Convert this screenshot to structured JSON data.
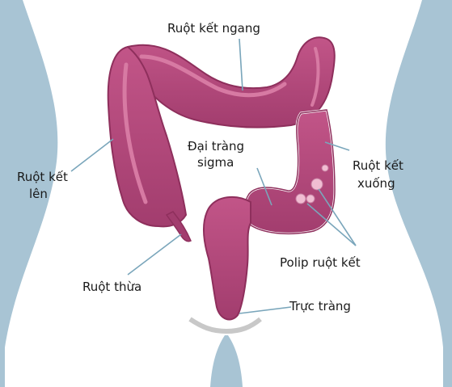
{
  "diagram": {
    "labels": {
      "transverse_colon": "Ruột kết ngang",
      "ascending_colon_1": "Ruột kết",
      "ascending_colon_2": "lên",
      "sigmoid_1": "Đại tràng",
      "sigmoid_2": "sigma",
      "descending_colon_1": "Ruột kết",
      "descending_colon_2": "xuống",
      "appendix": "Ruột thừa",
      "polyp": "Polip ruột kết",
      "rectum": "Trực tràng"
    },
    "colors": {
      "body_background": "#a8c4d4",
      "body_silhouette": "#ffffff",
      "colon": "#b5487a",
      "colon_dark": "#8e2f5c",
      "colon_highlight": "#d77aa3",
      "polyp": "#f0bdd2",
      "leader_line": "#7aa6bb"
    }
  }
}
